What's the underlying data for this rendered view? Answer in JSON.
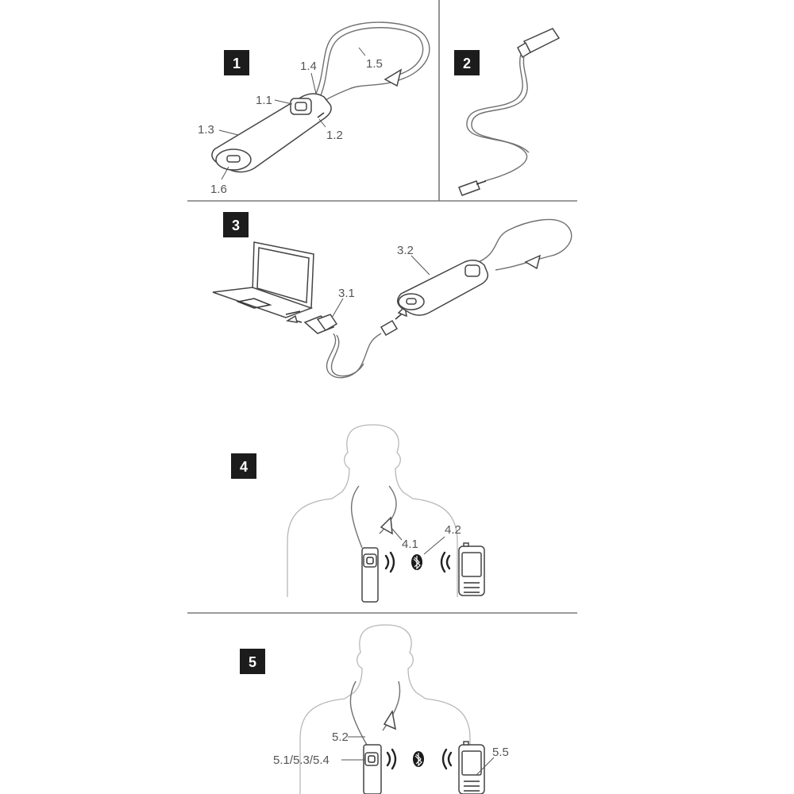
{
  "steps": [
    {
      "number": "1"
    },
    {
      "number": "2"
    },
    {
      "number": "3"
    },
    {
      "number": "4"
    },
    {
      "number": "5"
    }
  ],
  "labels": {
    "l1_1": "1.1",
    "l1_2": "1.2",
    "l1_3": "1.3",
    "l1_4": "1.4",
    "l1_5": "1.5",
    "l1_6": "1.6",
    "l3_1": "3.1",
    "l3_2": "3.2",
    "l4_1": "4.1",
    "l4_2": "4.2",
    "l5_2": "5.2",
    "l5_1_3_4": "5.1/5.3/5.4",
    "l5_5": "5.5"
  },
  "icons": [
    "bluetooth-icon",
    "wireless-signal-icon",
    "mobile-phone-icon",
    "laptop-icon",
    "usb-cable-icon",
    "neckloop-device-icon"
  ]
}
